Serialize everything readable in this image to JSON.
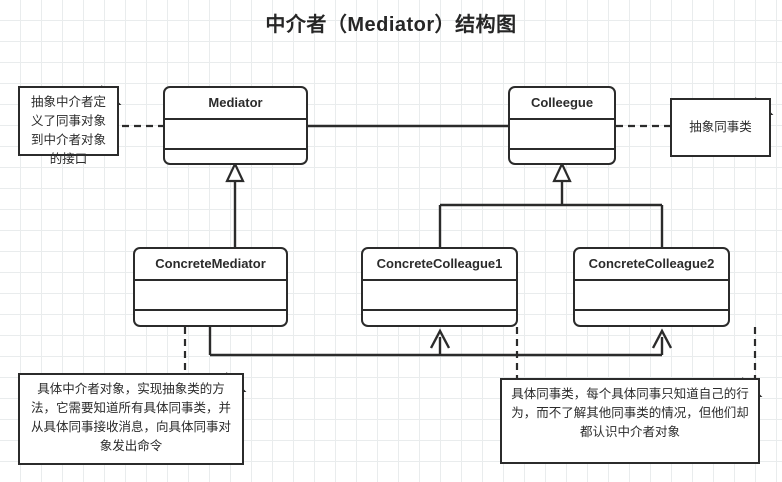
{
  "title": "中介者（Mediator）结构图",
  "classes": [
    {
      "id": "mediator",
      "name": "Mediator"
    },
    {
      "id": "colleague",
      "name": "Colleegue"
    },
    {
      "id": "concrete_mediator",
      "name": "ConcreteMediator"
    },
    {
      "id": "concrete_colleague_1",
      "name": "ConcreteColleague1"
    },
    {
      "id": "concrete_colleague_2",
      "name": "ConcreteColleague2"
    }
  ],
  "notes": [
    {
      "id": "note_mediator",
      "text": "抽象中介者定义了同事对象到中介者对象的接口"
    },
    {
      "id": "note_colleague",
      "text": "抽象同事类"
    },
    {
      "id": "note_concrete_mediator",
      "text": "具体中介者对象，实现抽象类的方法，它需要知道所有具体同事类，并从具体同事接收消息，向具体同事对象发出命令"
    },
    {
      "id": "note_concrete_colleague",
      "text": "具体同事类，每个具体同事只知道自己的行为，而不了解其他同事类的情况，但他们却都认识中介者对象"
    }
  ],
  "colors": {
    "stroke": "#2b2b2b",
    "grid": "#e9eced",
    "background": "#ffffff",
    "text": "#2b2b2b"
  },
  "relations": [
    {
      "id": "gen_mediator",
      "type": "generalization",
      "from": "ConcreteMediator",
      "to": "Mediator"
    },
    {
      "id": "gen_colleague_1",
      "type": "generalization",
      "from": "ConcreteColleague1",
      "to": "Colleegue"
    },
    {
      "id": "gen_colleague_2",
      "type": "generalization",
      "from": "ConcreteColleague2",
      "to": "Colleegue"
    },
    {
      "id": "assoc_colleague_mediator",
      "type": "association",
      "from": "Colleegue",
      "to": "Mediator"
    },
    {
      "id": "assoc_cm_cc1",
      "type": "association",
      "from": "ConcreteMediator",
      "to": "ConcreteColleague1"
    },
    {
      "id": "assoc_cm_cc2",
      "type": "association",
      "from": "ConcreteMediator",
      "to": "ConcreteColleague2"
    },
    {
      "id": "link_note_mediator",
      "type": "note-link",
      "from": "note_mediator",
      "to": "Mediator"
    },
    {
      "id": "link_note_colleague",
      "type": "note-link",
      "from": "note_colleague",
      "to": "Colleegue"
    },
    {
      "id": "link_note_concrete_mediator",
      "type": "note-link",
      "from": "note_concrete_mediator",
      "to": "ConcreteMediator"
    },
    {
      "id": "link_note_cc1",
      "type": "note-link",
      "from": "note_concrete_colleague",
      "to": "ConcreteColleague1"
    },
    {
      "id": "link_note_cc2",
      "type": "note-link",
      "from": "note_concrete_colleague",
      "to": "ConcreteColleague2"
    }
  ]
}
